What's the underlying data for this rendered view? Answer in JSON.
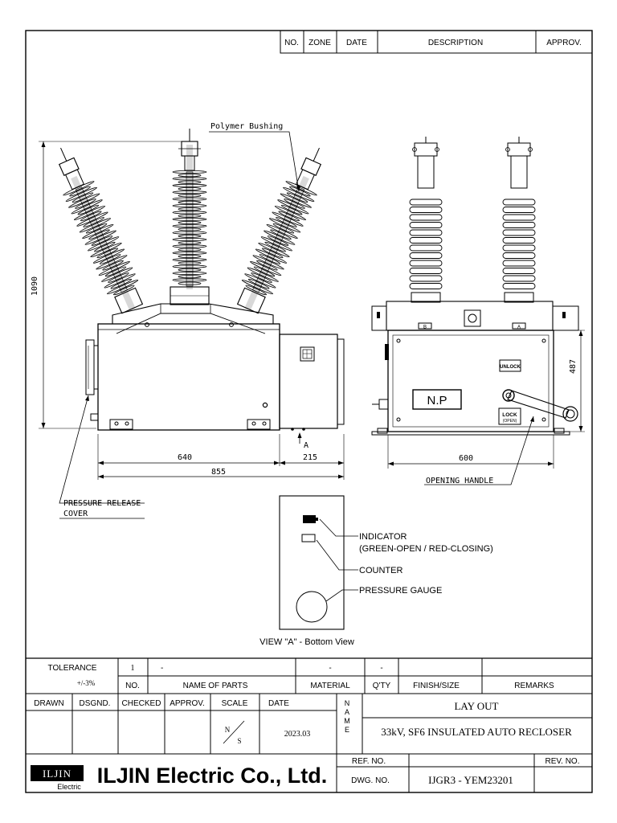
{
  "revision_table": {
    "headers": [
      "NO.",
      "ZONE",
      "DATE",
      "DESCRIPTION",
      "APPROV."
    ]
  },
  "side_view": {
    "callout_bushing": "Polymer Bushing",
    "dim_height": "1090",
    "dim_640": "640",
    "dim_215": "215",
    "dim_855": "855",
    "view_marker": "A",
    "pressure_release_line1": "PRESSURE RELEASE",
    "pressure_release_line2": "COVER"
  },
  "front_view": {
    "np_label": "N.P",
    "unlock_label": "UNLOCK",
    "lock_label": "LOCK",
    "open_label": "(OPEN)",
    "dim_600": "600",
    "dim_487": "487",
    "phase_mark_left": "B",
    "phase_mark_right": "A",
    "opening_handle": "OPENING HANDLE"
  },
  "bottom_view": {
    "indicator_line1": "INDICATOR",
    "indicator_line2": "(GREEN-OPEN / RED-CLOSING)",
    "counter": "COUNTER",
    "pressure_gauge": "PRESSURE GAUGE",
    "caption": "VIEW \"A\" - Bottom View"
  },
  "title_block": {
    "tolerance_label": "TOLERANCE",
    "tolerance_value": "+/-3%",
    "row1_no": "1",
    "row1_name": "-",
    "row1_material": "-",
    "row1_qty": "-",
    "col_no": "NO.",
    "col_name_of_parts": "NAME OF PARTS",
    "col_material": "MATERIAL",
    "col_qty": "Q'TY",
    "col_finish_size": "FINISH/SIZE",
    "col_remarks": "REMARKS",
    "drawn": "DRAWN",
    "dsgnd": "DSGND.",
    "checked": "CHECKED",
    "approv": "APPROV.",
    "scale": "SCALE",
    "date_label": "DATE",
    "scale_n": "N",
    "scale_s": "S",
    "date_value": "2023.03",
    "name_letters": [
      "N",
      "A",
      "M",
      "E"
    ],
    "name_line1": "LAY OUT",
    "name_line2": "33kV, SF6 INSULATED AUTO RECLOSER",
    "ref_no": "REF. NO.",
    "rev_no": "REV. NO.",
    "dwg_no_label": "DWG. NO.",
    "dwg_no_value": "IJGR3 - YEM23201",
    "logo_text": "ILJIN",
    "logo_sub": "Electric",
    "company": "ILJIN Electric Co., Ltd."
  }
}
